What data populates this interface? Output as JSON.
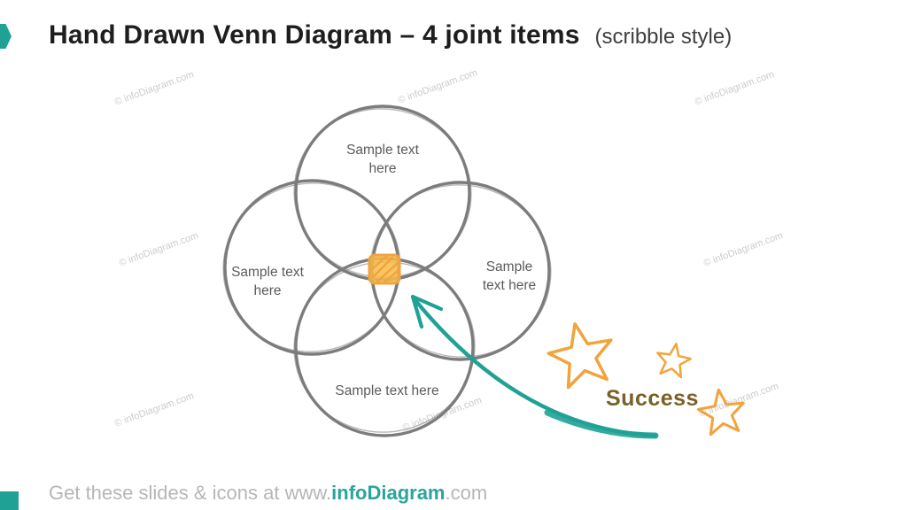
{
  "title": {
    "main": "Hand Drawn Venn Diagram – 4 joint items",
    "suffix": "(scribble style)"
  },
  "venn": {
    "top": {
      "line1": "Sample text",
      "line2": "here"
    },
    "left": {
      "line1": "Sample text",
      "line2": "here"
    },
    "right": {
      "line1": "Sample",
      "line2": "text here"
    },
    "bottom": {
      "line1": "Sample text here"
    }
  },
  "annotation": {
    "success": "Success"
  },
  "watermark": {
    "text": "© infoDiagram.com"
  },
  "footer": {
    "prefix": "Get these slides & icons at www.",
    "brand": "infoDiagram",
    "suffix": ".com"
  },
  "colors": {
    "teal": "#1fa295",
    "orange": "#f2a33c",
    "orange_fill": "#f7bb4a",
    "circle_gray": "#7c7c7c",
    "success_text": "#7a6028"
  }
}
